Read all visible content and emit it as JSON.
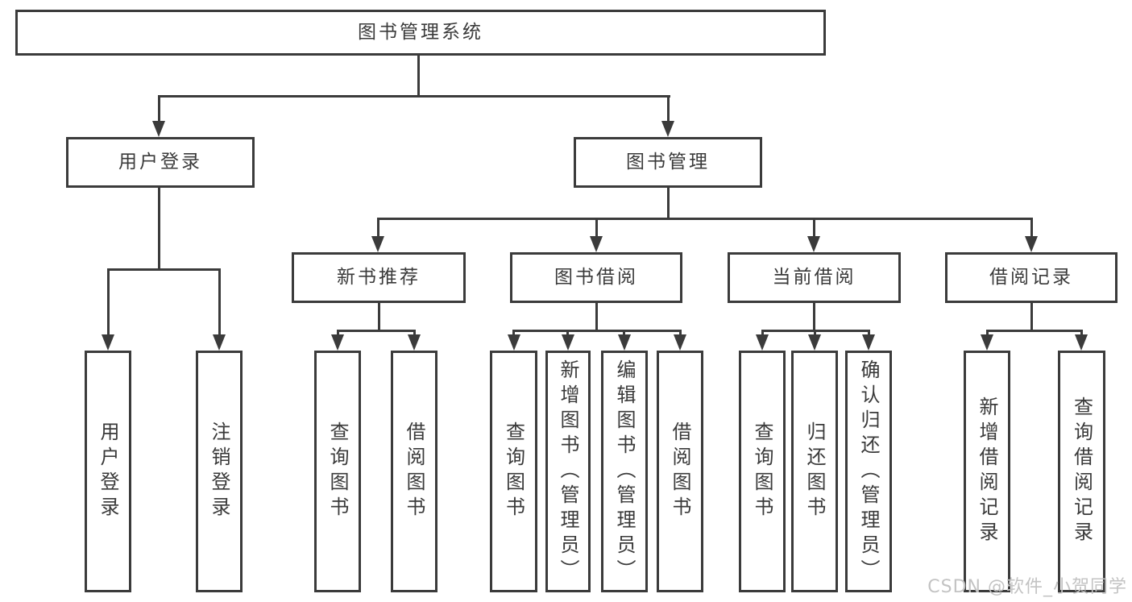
{
  "diagram": {
    "root": {
      "label": "图书管理系统"
    },
    "level2": [
      {
        "label": "用户登录"
      },
      {
        "label": "图书管理"
      }
    ],
    "level3": [
      {
        "label": "新书推荐"
      },
      {
        "label": "图书借阅"
      },
      {
        "label": "当前借阅"
      },
      {
        "label": "借阅记录"
      }
    ],
    "leaves": [
      {
        "label": "用户登录"
      },
      {
        "label": "注销登录"
      },
      {
        "label": "查询图书"
      },
      {
        "label": "借阅图书"
      },
      {
        "label": "查询图书"
      },
      {
        "label": "新增图书（管理员）"
      },
      {
        "label": "编辑图书（管理员）"
      },
      {
        "label": "借阅图书"
      },
      {
        "label": "查询图书"
      },
      {
        "label": "归还图书"
      },
      {
        "label": "确认归还（管理员）"
      },
      {
        "label": "新增借阅记录"
      },
      {
        "label": "查询借阅记录"
      }
    ]
  },
  "watermark": {
    "text": "CSDN @软件_小贺同学"
  },
  "colors": {
    "line": "#3b3b3b",
    "text": "#3a3a3a",
    "watermark": "#c3c3c3",
    "background": "#ffffff"
  }
}
